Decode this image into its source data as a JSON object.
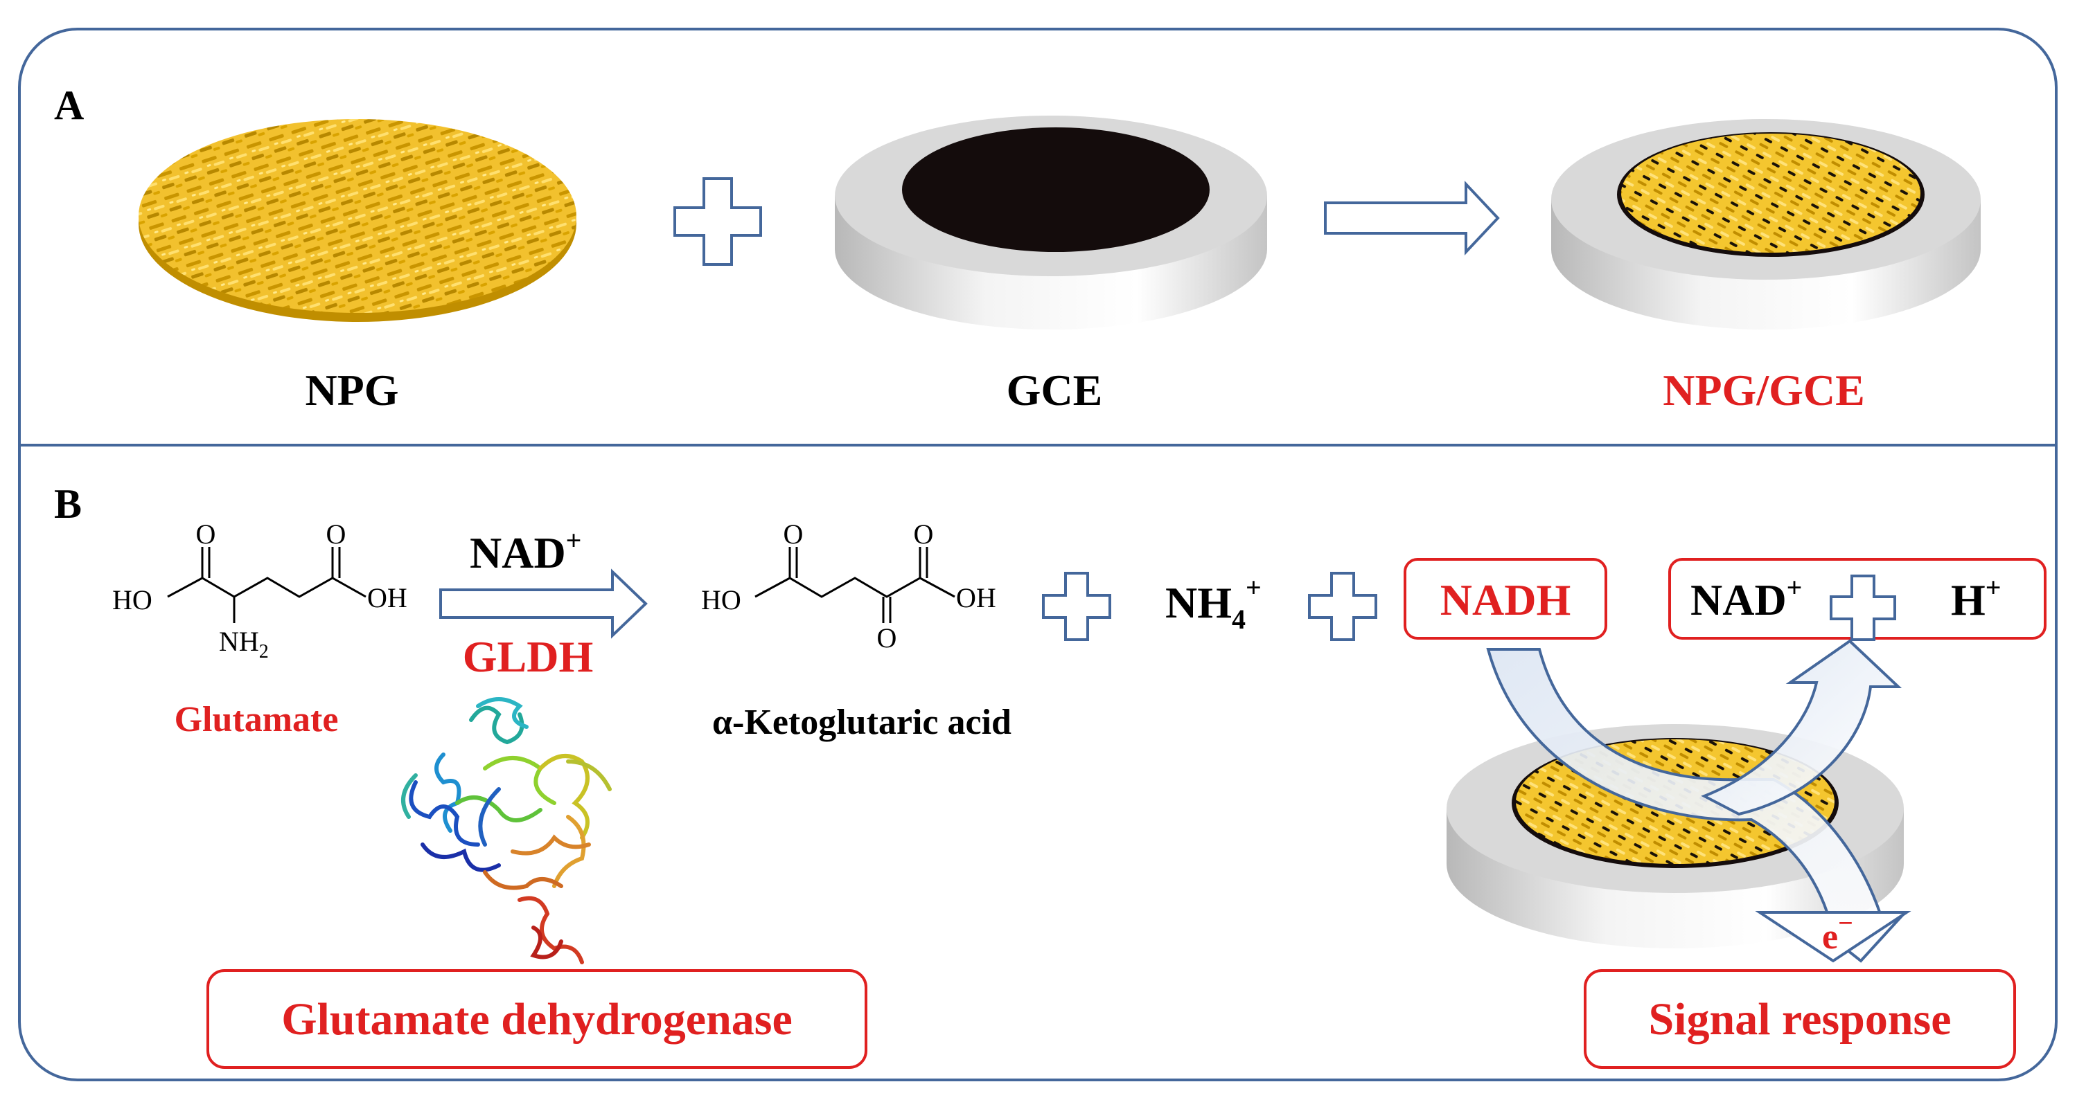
{
  "panels": {
    "a": {
      "letter": "A"
    },
    "b": {
      "letter": "B"
    }
  },
  "panel_a": {
    "npg_label": "NPG",
    "gce_label": "GCE",
    "npg_gce_label": "NPG/GCE"
  },
  "panel_b": {
    "glutamate": {
      "o1": "O",
      "o2": "O",
      "ho": "HO",
      "oh": "OH",
      "nh": "NH",
      "nh_sub": "2",
      "name": "Glutamate"
    },
    "reaction": {
      "cofactor": "NAD",
      "cofactor_sup": "+",
      "enzyme_abbr": "GLDH"
    },
    "ketoglutaric": {
      "o1": "O",
      "o2": "O",
      "o3": "O",
      "ho": "HO",
      "oh": "OH",
      "name": "α-Ketoglutaric acid"
    },
    "ammonium": {
      "nh": "NH",
      "sub": "4",
      "sup": "+"
    },
    "nadh": "NADH",
    "products": {
      "nad": "NAD",
      "nad_sup": "+",
      "h": "H",
      "h_sup": "+"
    },
    "electron": {
      "e": "e",
      "sup": "−"
    },
    "enzyme_name": "Glutamate dehydrogenase",
    "signal": "Signal response"
  },
  "colors": {
    "frame": "#44679b",
    "highlight_red": "#e02020",
    "gold": "#f2c12e",
    "electrode_gray": "#d9d9d9",
    "electrode_black": "#140c0c"
  }
}
